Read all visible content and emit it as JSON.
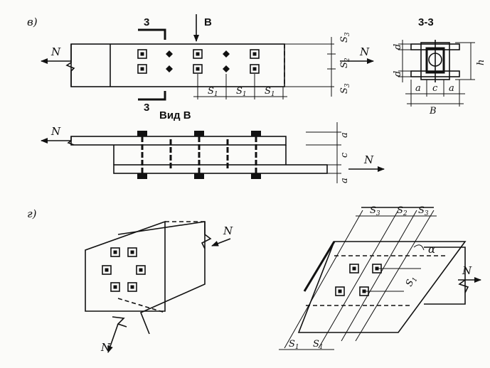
{
  "panel_v": {
    "label": "в)",
    "section_label": "3-3",
    "section_mark": "3",
    "view_mark": "В",
    "view_title": "Вид В",
    "force": "N",
    "dims": {
      "s": "S",
      "s1": "1",
      "s2": "2",
      "s3": "3",
      "a": "a",
      "c": "c",
      "b": "B",
      "d": "d",
      "h": "h"
    }
  },
  "panel_g": {
    "label": "г)",
    "force": "N",
    "angle": "α",
    "dims": {
      "s": "S",
      "s1": "1",
      "s2": "2",
      "s3": "3"
    }
  }
}
